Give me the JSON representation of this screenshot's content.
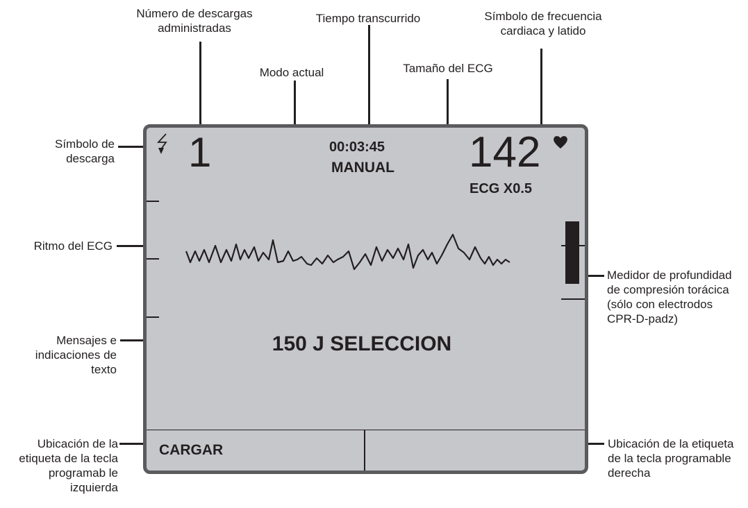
{
  "callouts": {
    "shock_count": "Número de descargas administradas",
    "elapsed_time": "Tiempo transcurrido",
    "heart_rate": "Símbolo de frecuencia cardiaca y latido",
    "current_mode": "Modo actual",
    "ecg_size": "Tamaño del ECG",
    "shock_symbol": "Símbolo de descarga",
    "ecg_rhythm": "Ritmo del ECG",
    "messages": "Mensajes e indicaciones de texto",
    "cpr_meter": "Medidor de profundidad de compresión torácica (sólo con electrodos CPR-D-padz)",
    "left_softkey": "Ubicación de la etiqueta de la tecla programab le izquierda",
    "right_softkey": "Ubicación de la etiqueta de la tecla programable derecha"
  },
  "screen": {
    "shock_count": "1",
    "elapsed_time": "00:03:45",
    "mode": "MANUAL",
    "heart_rate": "142",
    "ecg_size": "ECG X0.5",
    "message": "150 J SELECCION",
    "left_softkey": "CARGAR",
    "right_softkey": "",
    "cpr_depth_fraction": 0.75
  },
  "icons": {
    "shock": "lightning-bolt-icon",
    "heart": "heart-icon"
  },
  "colors": {
    "screen_background": "#c6c7cb",
    "screen_border": "#5b5b5d",
    "ink": "#231f20"
  }
}
